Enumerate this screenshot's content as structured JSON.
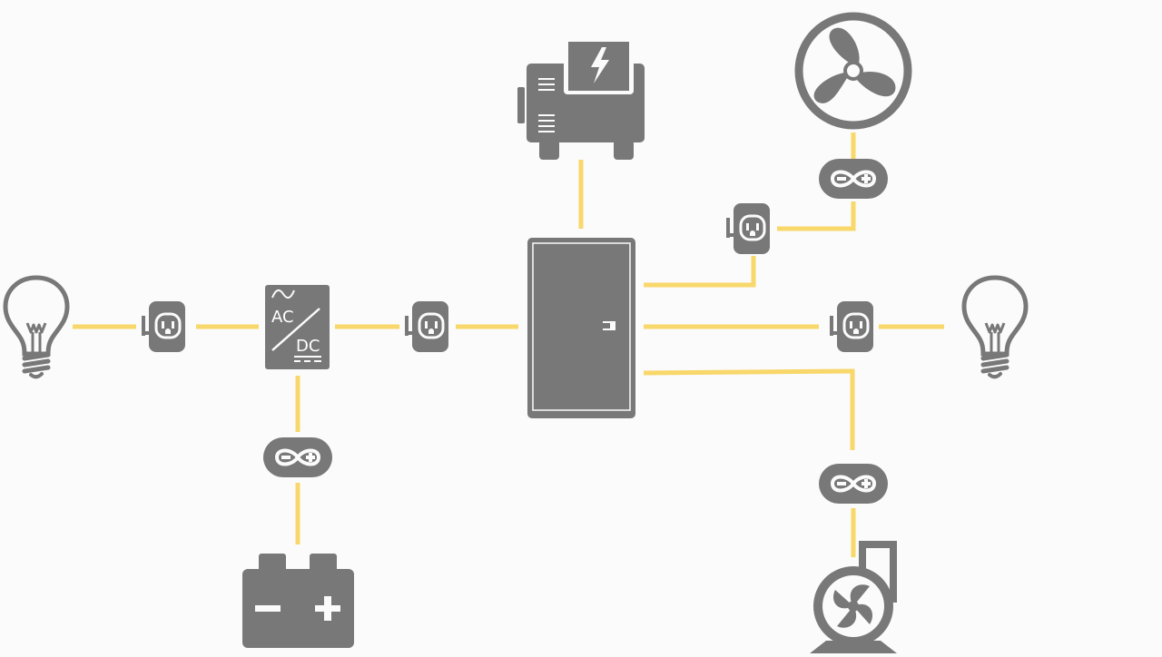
{
  "diagram": {
    "nodes": [
      {
        "id": "generator",
        "icon": "generator-icon"
      },
      {
        "id": "breaker-panel",
        "icon": "breaker-panel-icon"
      },
      {
        "id": "fan",
        "icon": "fan-icon"
      },
      {
        "id": "fan-controller",
        "icon": "arduino-icon"
      },
      {
        "id": "fan-smart-plug",
        "icon": "smart-plug-icon"
      },
      {
        "id": "right-lamp",
        "icon": "light-bulb-icon"
      },
      {
        "id": "right-smart-plug",
        "icon": "smart-plug-icon"
      },
      {
        "id": "pump-controller",
        "icon": "arduino-icon"
      },
      {
        "id": "pump",
        "icon": "pump-icon"
      },
      {
        "id": "left-lamp",
        "icon": "light-bulb-icon"
      },
      {
        "id": "left-smart-plug",
        "icon": "smart-plug-icon"
      },
      {
        "id": "inverter",
        "icon": "inverter-icon"
      },
      {
        "id": "inverter-smart-plug",
        "icon": "smart-plug-icon"
      },
      {
        "id": "battery-controller",
        "icon": "arduino-icon"
      },
      {
        "id": "battery",
        "icon": "battery-icon"
      }
    ],
    "inverter_labels": {
      "ac": "AC",
      "dc": "DC"
    },
    "colors": {
      "wire": "#f8d76b",
      "icon": "#787878",
      "background": "#fbfbfb"
    }
  }
}
